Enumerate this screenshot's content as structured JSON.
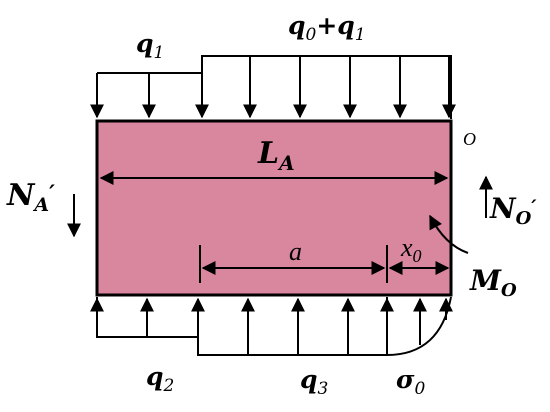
{
  "labels": {
    "q1": {
      "base": "q",
      "sub": "1"
    },
    "q0q1": {
      "a": "q",
      "a_sub": "0",
      "plus": "+",
      "b": "q",
      "b_sub": "1"
    },
    "q2": {
      "base": "q",
      "sub": "2"
    },
    "q3": {
      "base": "q",
      "sub": "3"
    },
    "sigma0": {
      "base": "σ",
      "sub": "0"
    },
    "LA": {
      "base": "L",
      "sub": "A"
    },
    "a": "a",
    "x0": {
      "base": "x",
      "sub": "0"
    },
    "NA": {
      "base": "N",
      "sub": "A",
      "prime": "′"
    },
    "NO": {
      "base": "N",
      "sub": "O",
      "prime": "′"
    },
    "MO": {
      "base": "M",
      "sub": "O"
    },
    "O": "O"
  },
  "colors": {
    "block_fill": "#d9879f",
    "stroke": "#000000"
  }
}
